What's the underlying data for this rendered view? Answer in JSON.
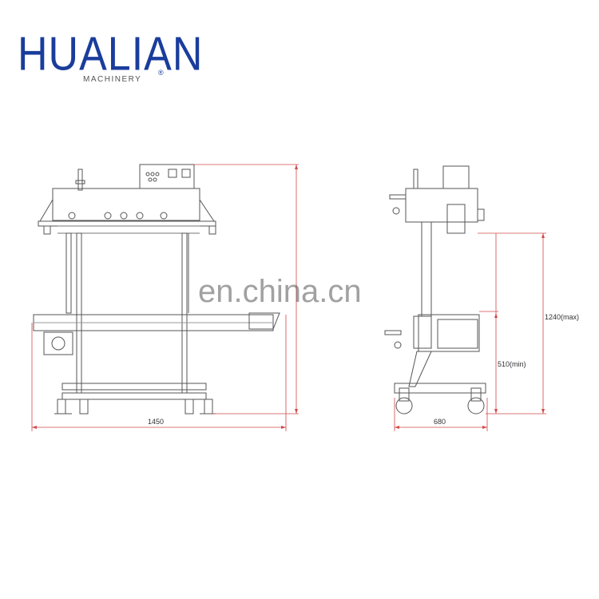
{
  "brand": {
    "name": "HUALIAN",
    "sub": "MACHINERY",
    "reg": "®",
    "color": "#1a3d9c"
  },
  "watermark": "en.china.cn",
  "dimensions": {
    "front_width": "1450",
    "side_width": "680",
    "height_max": "1240(max)",
    "height_min": "510(min)"
  },
  "colors": {
    "dimension_line": "#d24a4a",
    "drawing": "#555555"
  }
}
